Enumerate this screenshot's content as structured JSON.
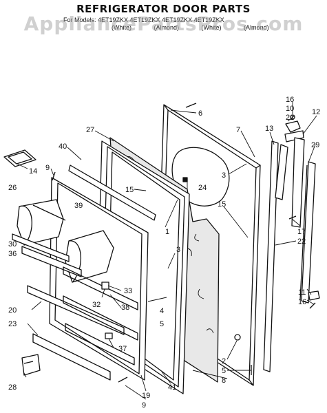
{
  "title": "REFRIGERATOR DOOR PARTS",
  "watermark": "AppliancePartsPros.com",
  "models": {
    "line1": "For Models: 4ET19ZKX  4ET19ZKX  4ET19ZKX  4ET19ZKX",
    "finishes": [
      "(White)",
      "(Almond)",
      "(White)",
      "(Almond)"
    ]
  },
  "callouts": [
    {
      "id": "c6",
      "text": "6"
    },
    {
      "id": "c7",
      "text": "7"
    },
    {
      "id": "c27",
      "text": "27"
    },
    {
      "id": "c40",
      "text": "40"
    },
    {
      "id": "c9a",
      "text": "9"
    },
    {
      "id": "c14",
      "text": "14"
    },
    {
      "id": "c26",
      "text": "26"
    },
    {
      "id": "c15a",
      "text": "15"
    },
    {
      "id": "c24",
      "text": "24"
    },
    {
      "id": "c3a",
      "text": "3"
    },
    {
      "id": "c15b",
      "text": "15"
    },
    {
      "id": "c39",
      "text": "39"
    },
    {
      "id": "c30",
      "text": "30"
    },
    {
      "id": "c36",
      "text": "36"
    },
    {
      "id": "c1",
      "text": "1"
    },
    {
      "id": "c3b",
      "text": "3"
    },
    {
      "id": "c33",
      "text": "33"
    },
    {
      "id": "c32",
      "text": "32"
    },
    {
      "id": "c38",
      "text": "38"
    },
    {
      "id": "c4",
      "text": "4"
    },
    {
      "id": "c5a",
      "text": "5"
    },
    {
      "id": "c20",
      "text": "20"
    },
    {
      "id": "c23",
      "text": "23"
    },
    {
      "id": "c37",
      "text": "37"
    },
    {
      "id": "c16a",
      "text": "16"
    },
    {
      "id": "c10",
      "text": "10"
    },
    {
      "id": "c21",
      "text": "21"
    },
    {
      "id": "c12",
      "text": "12"
    },
    {
      "id": "c13",
      "text": "13"
    },
    {
      "id": "c29",
      "text": "29"
    },
    {
      "id": "c17",
      "text": "17"
    },
    {
      "id": "c22",
      "text": "22"
    },
    {
      "id": "c11",
      "text": "11"
    },
    {
      "id": "c16b",
      "text": "16"
    },
    {
      "id": "c2",
      "text": "2"
    },
    {
      "id": "c5b",
      "text": "5"
    },
    {
      "id": "c8",
      "text": "8"
    },
    {
      "id": "c28",
      "text": "28"
    },
    {
      "id": "c19",
      "text": "19"
    },
    {
      "id": "c9b",
      "text": "9"
    },
    {
      "id": "c41",
      "text": "41"
    }
  ]
}
